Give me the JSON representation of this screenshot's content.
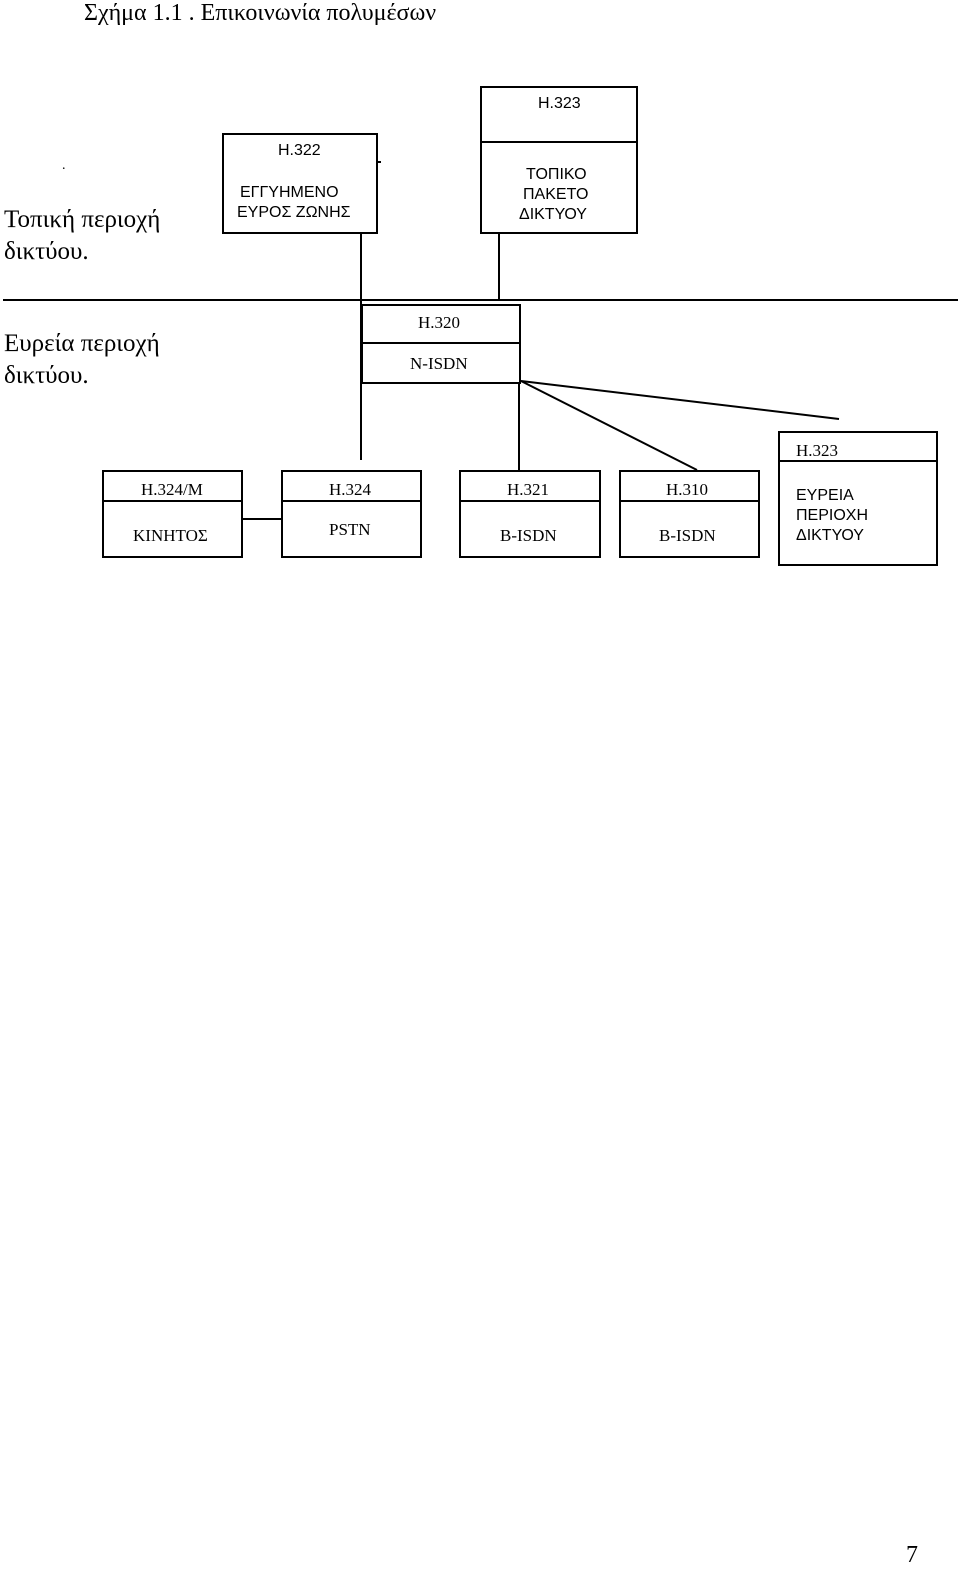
{
  "figure": {
    "title": "Σχήμα 1.1 .  Επικοινωνία πολυμέσων",
    "dot": "."
  },
  "zones": {
    "local_line1": "Τοπική περιοχή",
    "local_line2": "δικτύου.",
    "wide_line1": "Ευρεία περιοχή",
    "wide_line2": "δικτύου."
  },
  "boxes": {
    "h322": {
      "code": "H.322",
      "line1": "ΕΓΓΥΗΜΕΝΟ",
      "line2": "ΕΥΡΟΣ ΖΩΝΗΣ"
    },
    "h323_local": {
      "code": "H.323",
      "line1": "ΤΟΠΙΚΟ",
      "line2": "ΠΑΚΕΤΟ",
      "line3": "ΔΙΚΤΥΟΥ"
    },
    "h320": {
      "code": "H.320",
      "label": "N-ISDN"
    },
    "h324m": {
      "code": "H.324/M",
      "label": "ΚΙΝΗΤΟΣ"
    },
    "h324": {
      "code": "H.324",
      "label": "PSTN"
    },
    "h321": {
      "code": "H.321",
      "label": "B-ISDN"
    },
    "h310": {
      "code": "H.310",
      "label": "B-ISDN"
    },
    "h323_wide": {
      "code": "H.323",
      "line1": "ΕΥΡΕΙΑ",
      "line2": "ΠΕΡΙΟΧΗ",
      "line3": "ΔΙΚΤΥΟΥ"
    }
  },
  "page_number": "7"
}
